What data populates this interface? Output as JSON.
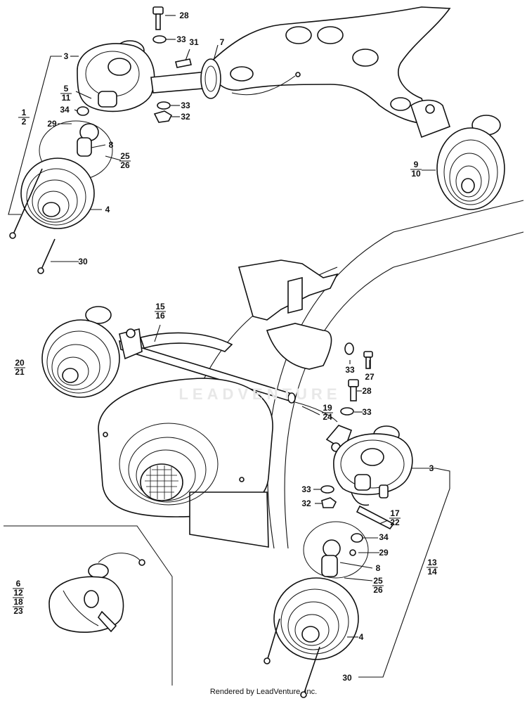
{
  "credit": "Rendered by LeadVenture, Inc.",
  "watermark": "LEADVENTURE",
  "callouts": [
    {
      "id": "c28a",
      "lines": [
        "28"
      ]
    },
    {
      "id": "c33a",
      "lines": [
        "33"
      ]
    },
    {
      "id": "c31",
      "lines": [
        "31"
      ]
    },
    {
      "id": "c7",
      "lines": [
        "7"
      ]
    },
    {
      "id": "c3a",
      "lines": [
        "3"
      ]
    },
    {
      "id": "c5",
      "lines": [
        "5",
        "11"
      ]
    },
    {
      "id": "c34a",
      "lines": [
        "34"
      ]
    },
    {
      "id": "c33b",
      "lines": [
        "33"
      ]
    },
    {
      "id": "c32a",
      "lines": [
        "32"
      ]
    },
    {
      "id": "c1",
      "lines": [
        "1",
        "2"
      ]
    },
    {
      "id": "c29a",
      "lines": [
        "29"
      ]
    },
    {
      "id": "c8a",
      "lines": [
        "8"
      ]
    },
    {
      "id": "c25a",
      "lines": [
        "25",
        "26"
      ]
    },
    {
      "id": "c9",
      "lines": [
        "9",
        "10"
      ]
    },
    {
      "id": "c4a",
      "lines": [
        "4"
      ]
    },
    {
      "id": "c30a",
      "lines": [
        "30"
      ]
    },
    {
      "id": "c15",
      "lines": [
        "15",
        "16"
      ]
    },
    {
      "id": "c20",
      "lines": [
        "20",
        "21"
      ]
    },
    {
      "id": "c33c",
      "lines": [
        "33"
      ]
    },
    {
      "id": "c27",
      "lines": [
        "27"
      ]
    },
    {
      "id": "c28b",
      "lines": [
        "28"
      ]
    },
    {
      "id": "c19",
      "lines": [
        "19",
        "24"
      ]
    },
    {
      "id": "c33d",
      "lines": [
        "33"
      ]
    },
    {
      "id": "c3b",
      "lines": [
        "3"
      ]
    },
    {
      "id": "c33e",
      "lines": [
        "33"
      ]
    },
    {
      "id": "c32b",
      "lines": [
        "32"
      ]
    },
    {
      "id": "c17",
      "lines": [
        "17",
        "22"
      ]
    },
    {
      "id": "c34b",
      "lines": [
        "34"
      ]
    },
    {
      "id": "c29b",
      "lines": [
        "29"
      ]
    },
    {
      "id": "c8b",
      "lines": [
        "8"
      ]
    },
    {
      "id": "c13",
      "lines": [
        "13",
        "14"
      ]
    },
    {
      "id": "c25b",
      "lines": [
        "25",
        "26"
      ]
    },
    {
      "id": "c6",
      "lines": [
        "6",
        "12",
        "18",
        "23"
      ]
    },
    {
      "id": "c4b",
      "lines": [
        "4"
      ]
    },
    {
      "id": "c30b",
      "lines": [
        "30"
      ]
    }
  ]
}
